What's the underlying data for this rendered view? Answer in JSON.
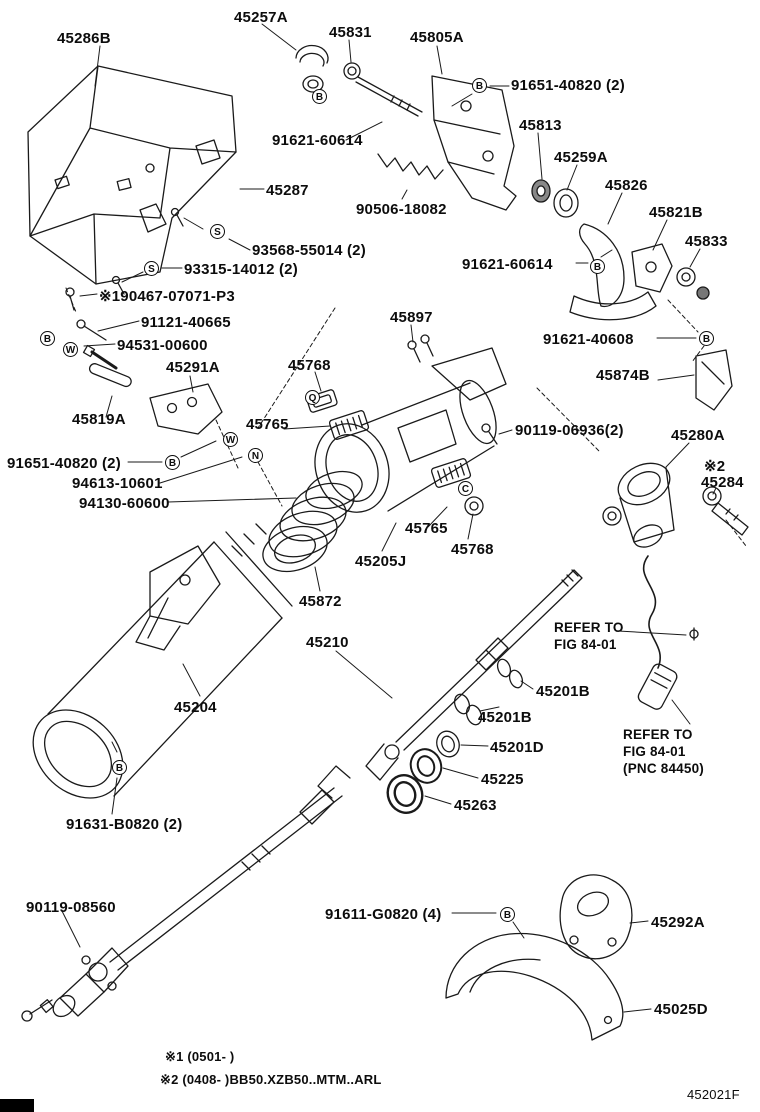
{
  "diagram": {
    "figure_name": "steering-column-exploded-view",
    "page_code": "452021F",
    "colors": {
      "line": "#1a1a1a",
      "background": "#ffffff"
    },
    "labels": {
      "cover_45286B": "45286B",
      "clamp_45257A": "45257A",
      "bolt_45831": "45831",
      "bracket_45805A": "45805A",
      "bolt_91651_40820_top": "91651-40820 (2)",
      "screw_91621_60614_top": "91621-60614",
      "bushing_45813": "45813",
      "grommet_45259A": "45259A",
      "lever_45826": "45826",
      "cover_45287": "45287",
      "spring_90506_18082": "90506-18082",
      "bracket_45821B": "45821B",
      "collar_45833": "45833",
      "screw_93568_55014": "93568-55014 (2)",
      "screw_93315_14012": "93315-14012 (2)",
      "screw_90467_07071": "※190467-07071-P3",
      "screw_91621_60614_right": "91621-60614",
      "bolt_91121_40665": "91121-40665",
      "stud_94531_00600": "94531-00600",
      "bracket_45291A": "45291A",
      "screw_45897": "45897",
      "bolt_91621_40608": "91621-40608",
      "pad_45768_upper": "45768",
      "lever_45874B": "45874B",
      "rod_45819A": "45819A",
      "pad_45765_upper": "45765",
      "screw_90119_06936": "90119-06936(2)",
      "keyset_45280A": "45280A",
      "bolt_91651_40820_left": "91651-40820 (2)",
      "note_ast2": "※2",
      "key_45284": "45284",
      "nut_94613_10601": "94613-10601",
      "washer_94130_60600": "94130-60600",
      "pad_45765_lower": "45765",
      "tube_45205J": "45205J",
      "grommet_45768_lower": "45768",
      "bellows_45872": "45872",
      "refer1_line1": "REFER TO",
      "refer1_line2": "FIG 84-01",
      "shaft_45210": "45210",
      "ring_45201B_a": "45201B",
      "ring_45201B_b": "45201B",
      "column_45204": "45204",
      "ring_45201D": "45201D",
      "bearing_45225": "45225",
      "ring_45263": "45263",
      "refer2_line1": "REFER TO",
      "refer2_line2": "FIG 84-01",
      "refer2_line3": "(PNC 84450)",
      "bolt_91631_B0820": "91631-B0820 (2)",
      "joint_90119_08560": "90119-08560",
      "bolt_91611_G0820": "91611-G0820 (4)",
      "plate_45292A": "45292A",
      "cover_45025D": "45025D"
    },
    "markers": [
      "B",
      "B",
      "S",
      "S",
      "B",
      "W",
      "B",
      "B",
      "Q",
      "W",
      "B",
      "N",
      "C",
      "B",
      "B"
    ],
    "footnotes": [
      "※1 (0501-    )",
      "※2 (0408-    )BB50.XZB50..MTM..ARL"
    ]
  }
}
